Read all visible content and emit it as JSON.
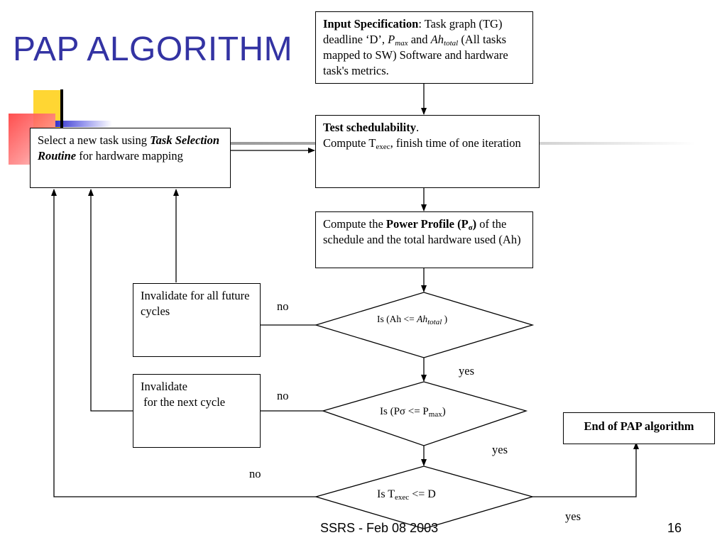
{
  "slide": {
    "title": "PAP ALGORITHM",
    "footer": "SSRS - Feb 08 2003",
    "page_number": "16"
  },
  "input_box": {
    "bold": "Input Specification",
    "t1": ": Task graph (TG) deadline ‘D’, ",
    "pmax_p": "P",
    "pmax_sub": "max",
    "t2": "  and  ",
    "ah": "Ah",
    "ah_sub": "total",
    "t3": " (All tasks mapped to SW) Software and hardware task's metrics."
  },
  "test_box": {
    "bold": "Test schedulability",
    "period": ".",
    "t1": "Compute T",
    "sub": "exec",
    "t2": ", finish time of one iteration"
  },
  "power_box": {
    "t1": "Compute the ",
    "bold": "Power Profile (P",
    "bold_sub": "σ",
    "bold_end": ")",
    "t2": " of the schedule and the total hardware used (Ah)"
  },
  "select_box": {
    "t1": "Select a new task using ",
    "bold_italic": "Task Selection Routine",
    "t2": " for hardware mapping"
  },
  "invalidate_all": {
    "text": "Invalidate for all future cycles"
  },
  "invalidate_next": {
    "line1": "Invalidate",
    "line2": " for the next cycle"
  },
  "end_box": {
    "text": "End of PAP algorithm"
  },
  "decision1": {
    "t1": "Is (Ah  <= ",
    "ah": "Ah",
    "sub": "total",
    "t2": " )"
  },
  "decision2": {
    "t1": "Is (Pσ <= P",
    "sub": "max",
    "t2": ")"
  },
  "decision3": {
    "t1": "Is T",
    "sub": "exec",
    "t2": " <= D"
  },
  "labels": {
    "no": "no",
    "yes": "yes"
  }
}
